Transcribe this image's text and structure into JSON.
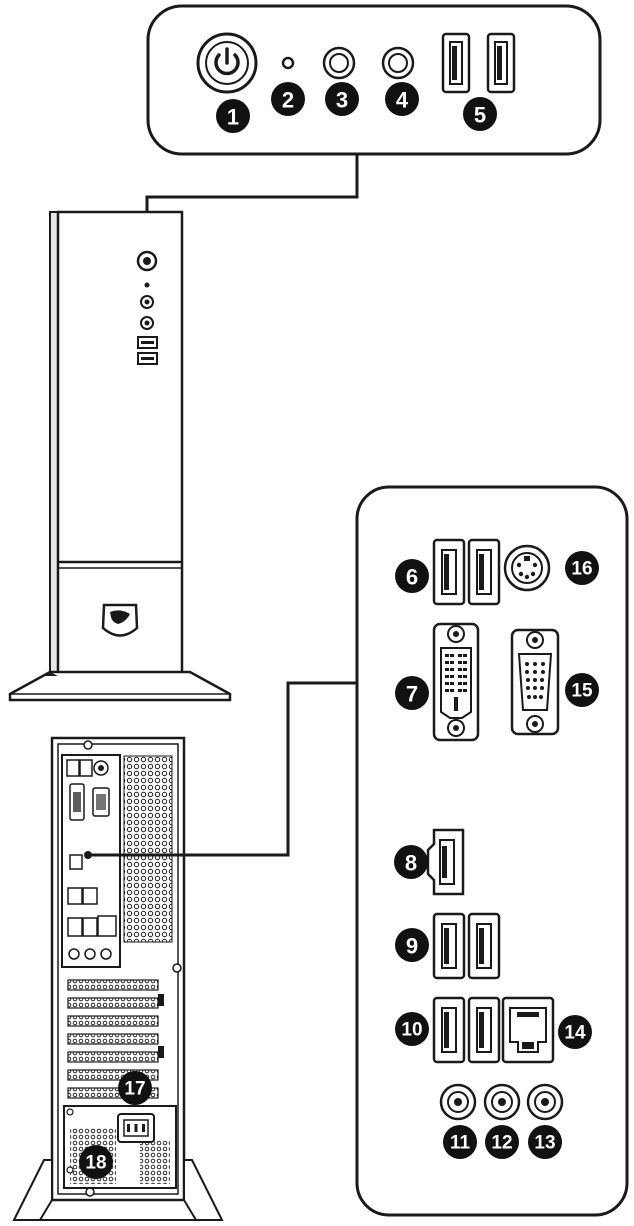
{
  "callouts": {
    "c1": "1",
    "c2": "2",
    "c3": "3",
    "c4": "4",
    "c5": "5",
    "c6": "6",
    "c7": "7",
    "c8": "8",
    "c9": "9",
    "c10": "10",
    "c11": "11",
    "c12": "12",
    "c13": "13",
    "c14": "14",
    "c15": "15",
    "c16": "16",
    "c17": "17",
    "c18": "18"
  },
  "colors": {
    "line": "#1a1a1a",
    "badge": "#111111",
    "badge_text": "#ffffff",
    "panel_fill": "#ffffff",
    "tower_side": "#d9d9d9"
  }
}
